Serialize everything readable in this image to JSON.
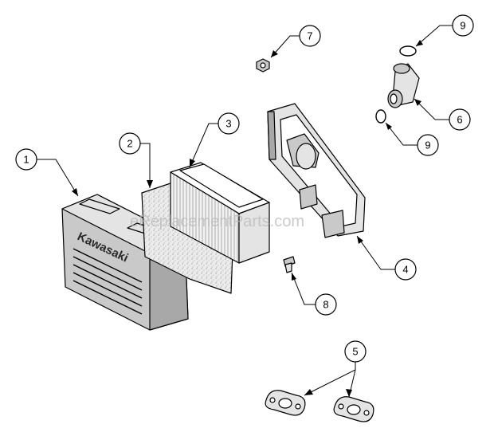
{
  "watermark": "eReplacementParts.com",
  "cover_brand": "Kawasaki",
  "callouts": {
    "c1": "1",
    "c2": "2",
    "c3": "3",
    "c4": "4",
    "c5": "5",
    "c6": "6",
    "c7": "7",
    "c8": "8",
    "c9a": "9",
    "c9b": "9"
  }
}
